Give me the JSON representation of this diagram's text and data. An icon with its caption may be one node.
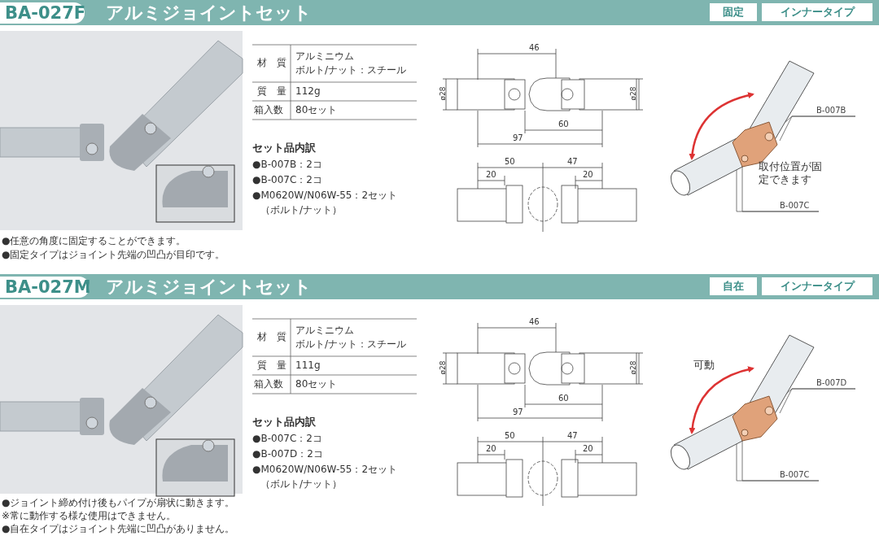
{
  "diagram": {
    "nodes": [
      {
        "text": [
          "BA-027F"
        ]
      },
      {
        "text": [
          "固定"
        ]
      },
      {
        "text": [
          "インナータイプ"
        ]
      },
      {
        "text": [
          "B-007B"
        ]
      },
      {
        "text": [
          "B-007C"
        ]
      },
      {
        "text": [
          "BA-027M"
        ]
      },
      {
        "text": [
          "自在"
        ]
      },
      {
        "text": [
          "インナータイプ"
        ]
      },
      {
        "text": [
          "B-007D"
        ]
      },
      {
        "text": [
          "B-007C"
        ]
      }
    ],
    "edges": [
      {
        "from": 3,
        "to": null,
        "arrow": "none"
      },
      {
        "from": 3,
        "to": null,
        "arrow": "none"
      },
      {
        "from": 4,
        "to": null,
        "arrow": "none"
      },
      {
        "from": 4,
        "to": null,
        "arrow": "none"
      },
      {
        "from": 8,
        "to": null,
        "arrow": "none"
      },
      {
        "from": 8,
        "to": null,
        "arrow": "none"
      },
      {
        "from": 9,
        "to": null,
        "arrow": "none"
      },
      {
        "from": 9,
        "to": null,
        "arrow": "none"
      }
    ],
    "labels": [
      "アルミジョイントセット",
      "材　質",
      "アルミニウム",
      "ボルト/ナット：スチール",
      "質　量",
      "112g",
      "箱入数",
      "80セット",
      "セット品内訳",
      "●B-007B：2コ",
      "●B-007C：2コ",
      "●M0620W/N06W-55：2セット",
      "（ボルト/ナット）",
      "●任意の角度に固定することができます。",
      "●固定タイプはジョイント先端の凹凸が目印です。",
      "46",
      "ø28",
      "ø28",
      "60",
      "97",
      "50",
      "47",
      "20",
      "20",
      "取付位置が固定できます",
      "アルミジョイントセット",
      "材　質",
      "アルミニウム",
      "ボルト/ナット：スチール",
      "質　量",
      "111g",
      "箱入数",
      "80セット",
      "セット品内訳",
      "●B-007C：2コ",
      "●B-007D：2コ",
      "●M0620W/N06W-55：2セット",
      "（ボルト/ナット）",
      "●ジョイント締め付け後もパイプが扇状に動きます。",
      "※常に動作する様な使用はできません。",
      "●自在タイプはジョイント先端に凹凸がありません。",
      "46",
      "ø28",
      "ø28",
      "60",
      "97",
      "50",
      "47",
      "20",
      "20",
      "可動"
    ]
  }
}
